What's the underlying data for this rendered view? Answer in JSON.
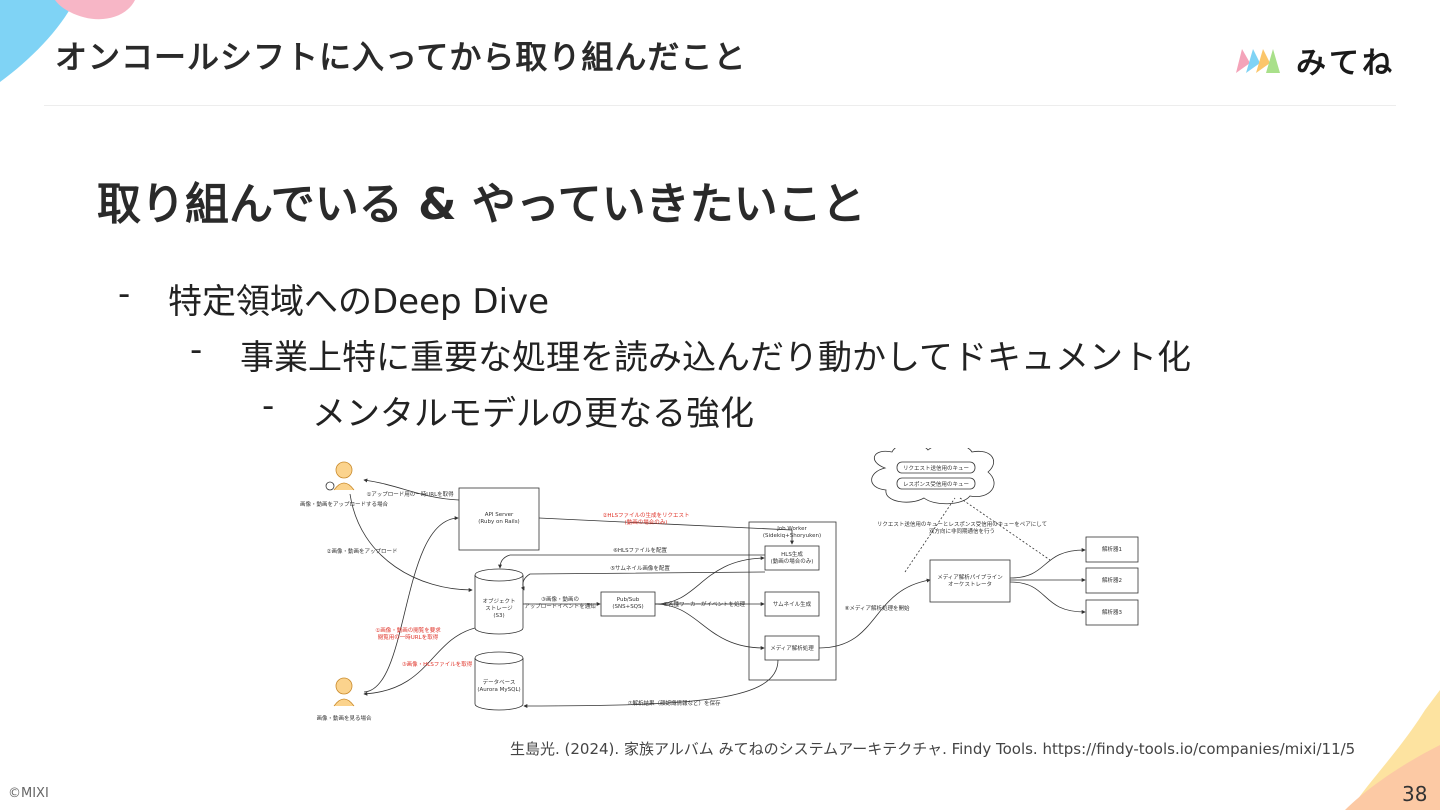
{
  "header": {
    "title": "オンコールシフトに入ってから取り組んだこと"
  },
  "logo": {
    "text": "みてね"
  },
  "section": {
    "title": "取り組んでいる & やっていきたいこと"
  },
  "bullets": [
    {
      "dash": "-",
      "text": "特定領域へのDeep Dive"
    },
    {
      "dash": "-",
      "text": "事業上特に重要な処理を読み込んだり動かしてドキュメント化"
    },
    {
      "dash": "-",
      "text": "メンタルモデルの更なる強化"
    }
  ],
  "diagram": {
    "user_upload": "画像・動画をアップロードする場合",
    "user_view": "画像・動画を見る場合",
    "api_server": [
      "API Server",
      "(Ruby on Rails)"
    ],
    "object_storage": [
      "オブジェクト",
      "ストレージ",
      "(S3)"
    ],
    "database": [
      "データベース",
      "(Aurora MySQL)"
    ],
    "pubsub": [
      "Pub/Sub",
      "(SNS+SQS)"
    ],
    "job_worker": [
      "Job Worker",
      "(Sidekiq+Shoryuken)"
    ],
    "hls": [
      "HLS生成",
      "(動画の場合のみ)"
    ],
    "thumbnail": "サムネイル生成",
    "media_analysis": "メディア解析処理",
    "orchestrator": [
      "メディア解析パイプライン",
      "オーケストレータ"
    ],
    "analyzers": [
      "解析器1",
      "解析器2",
      "解析器3"
    ],
    "queues": [
      "リクエスト送信用のキュー",
      "レスポンス受信用のキュー"
    ],
    "queue_note": [
      "リクエスト送信用のキューとレスポンス受信用のキューをペアにして",
      "双方向に非同期通信を行う"
    ],
    "steps": {
      "s1": "①アップロード用の一時URLを取得",
      "s2": "②画像・動画をアップロード",
      "s3": [
        "③画像・動画の",
        "アップロードイベントを通知"
      ],
      "s4": "④各種ワーカーがイベントを処理",
      "s5": "⑤サムネイル画像を配置",
      "s6": "⑥HLSファイルを配置",
      "s7": "⑦解析結果（顔認識情報など）を保存",
      "s8": "⑧メディア解析処理を開始",
      "red1": [
        "②HLSファイルの生成をリクエスト",
        "(動画の場合のみ)"
      ],
      "red2": [
        "①画像・動画の閲覧を要求",
        "閲覧用の一時URLを取得"
      ],
      "red3": "③画像・HLSファイルを取得"
    }
  },
  "citation": "生島光. (2024). 家族アルバム みてねのシステムアーキテクチャ. Findy Tools. https://findy-tools.io/companies/mixi/11/5",
  "copyright": "©MIXI",
  "page_number": "38"
}
